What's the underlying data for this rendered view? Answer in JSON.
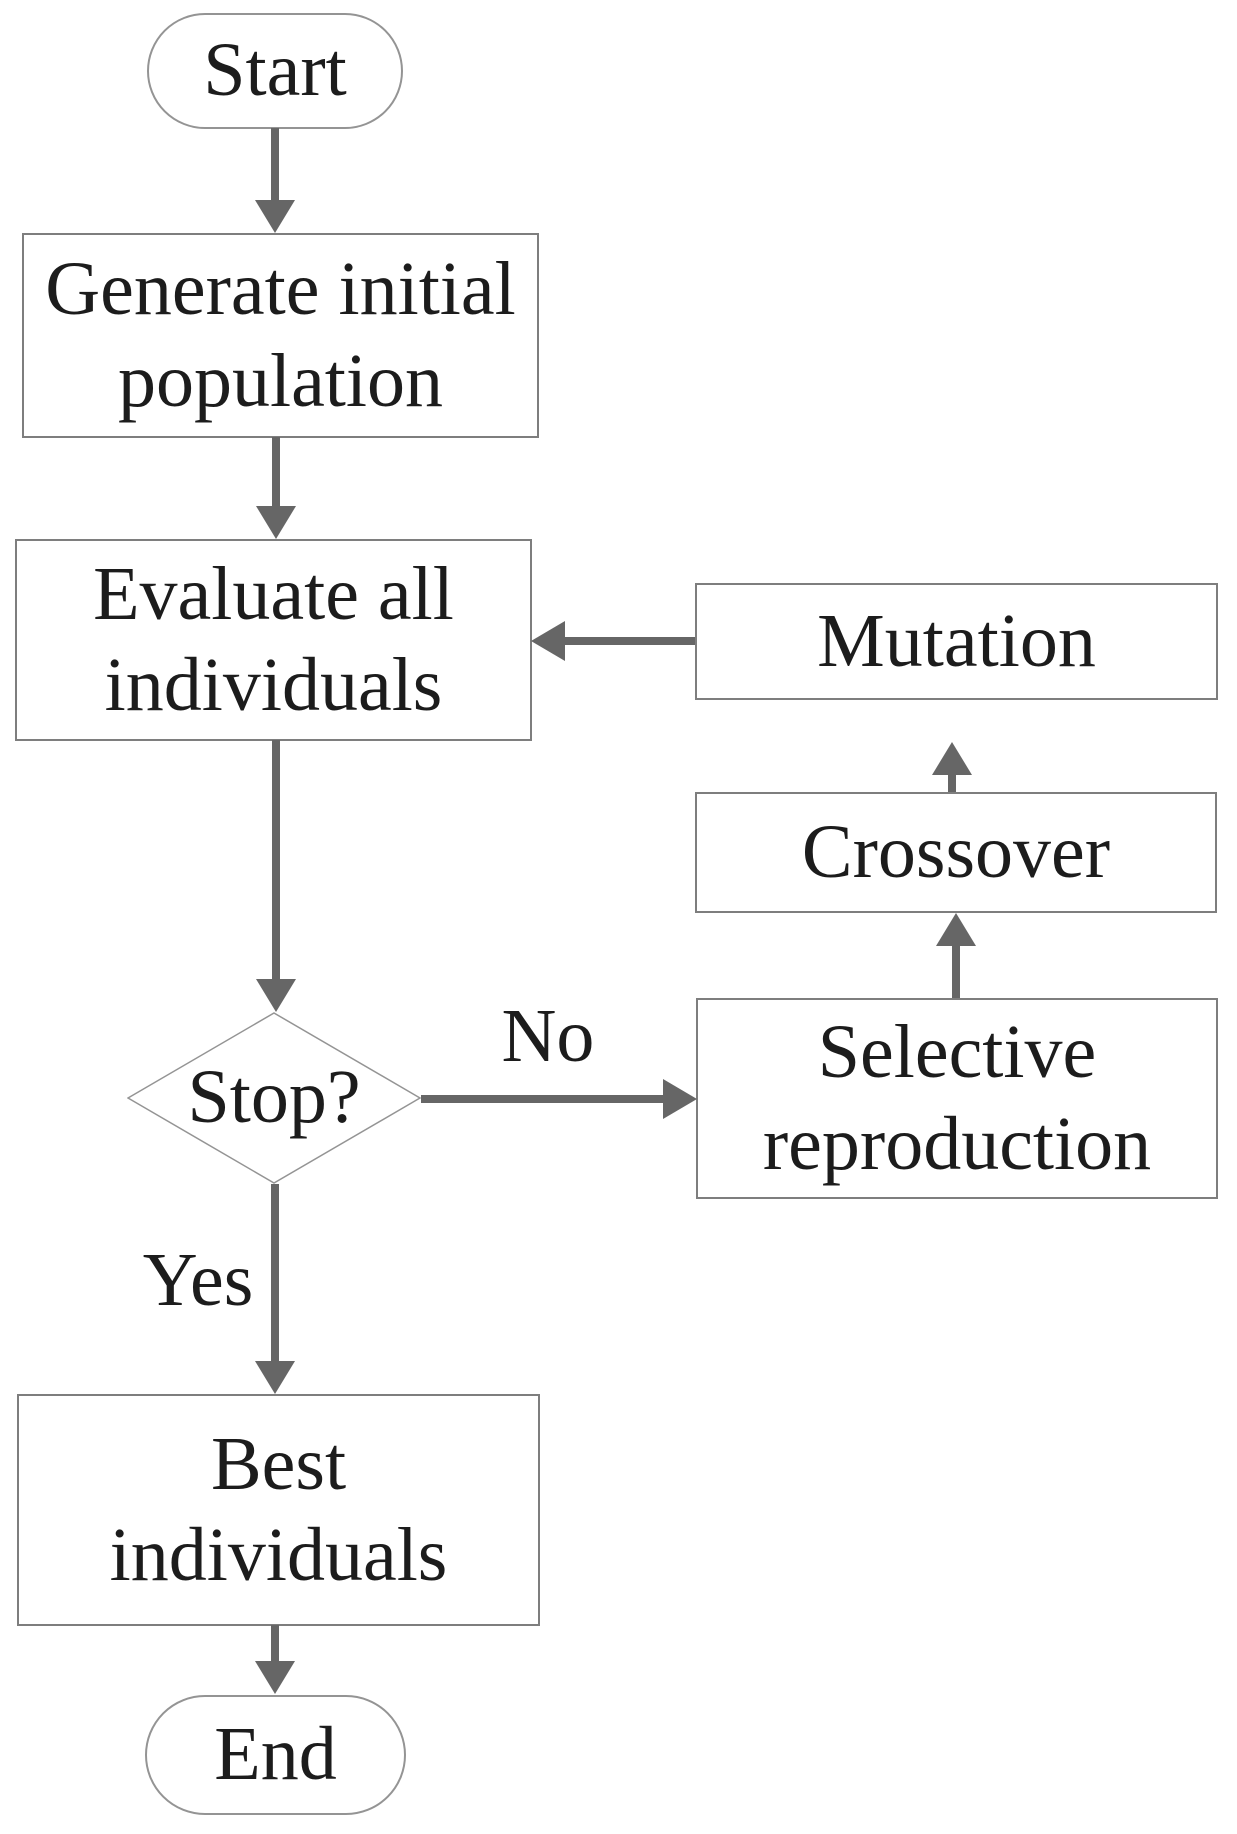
{
  "diagram": {
    "background": "#ffffff",
    "colors": {
      "arrow": "#666666",
      "box_border": "#7e7e7e",
      "terminal_border": "#949494",
      "text": "#1c1c1c"
    },
    "nodes": {
      "start": {
        "type": "terminal",
        "lines": [
          "Start"
        ]
      },
      "generate": {
        "type": "process",
        "lines": [
          "Generate initial",
          "population"
        ]
      },
      "evaluate": {
        "type": "process",
        "lines": [
          "Evaluate all",
          "individuals"
        ]
      },
      "mutation": {
        "type": "process",
        "lines": [
          "Mutation"
        ]
      },
      "crossover": {
        "type": "process",
        "lines": [
          "Crossover"
        ]
      },
      "selective": {
        "type": "process",
        "lines": [
          "Selective",
          "reproduction"
        ]
      },
      "stop": {
        "type": "decision",
        "lines": [
          "Stop?"
        ]
      },
      "best": {
        "type": "process",
        "lines": [
          "Best",
          "individuals"
        ]
      },
      "end": {
        "type": "terminal",
        "lines": [
          "End"
        ]
      }
    },
    "edge_labels": {
      "no": "No",
      "yes": "Yes"
    }
  }
}
